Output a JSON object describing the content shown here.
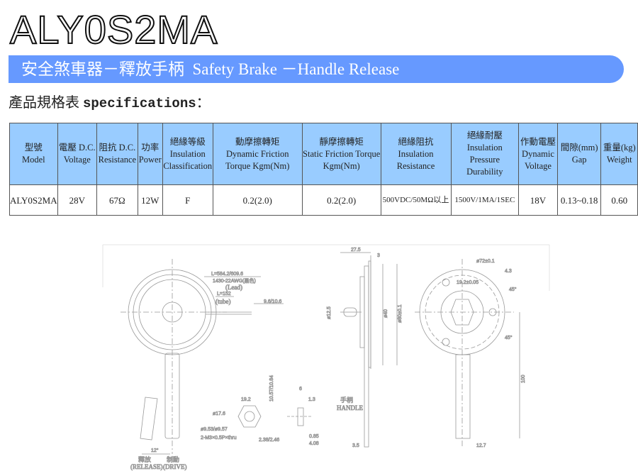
{
  "title": "ALY0S2MA",
  "banner": "安全煞車器－釋放手柄  Safety Brake －Handle Release",
  "spec_label_zh": "產品規格表",
  "spec_label_en": "specifications",
  "spec_colon": "：",
  "table": {
    "headers": [
      {
        "zh": "型號",
        "en": "Model"
      },
      {
        "zh": "電壓 D.C.",
        "en": "Voltage"
      },
      {
        "zh": "阻抗 D.C.",
        "en": "Resistance"
      },
      {
        "zh": "功率",
        "en": "Power"
      },
      {
        "zh": "絕緣等級",
        "en": "Insulation Classification"
      },
      {
        "zh": "動摩擦轉矩",
        "en": "Dynamic Friction Torque Kgm(Nm)"
      },
      {
        "zh": "靜摩擦轉矩",
        "en": "Static Friction Torque Kgm(Nm)"
      },
      {
        "zh": "絕緣阻抗",
        "en": "Insulation Resistance"
      },
      {
        "zh": "絕緣耐壓",
        "en": "Insulation Pressure Durability"
      },
      {
        "zh": "作動電壓",
        "en": "Dynamic Voltage"
      },
      {
        "zh": "間隙(mm)",
        "en": "Gap"
      },
      {
        "zh": "重量(kg)",
        "en": "Weight"
      }
    ],
    "row": [
      "ALY0S2MA",
      "28V",
      "67Ω",
      "12W",
      "F",
      "0.2(2.0)",
      "0.2(2.0)",
      "500VDC/50MΩ以上",
      "1500V/1MA/1SEC",
      "18V",
      "0.13~0.18",
      "0.60"
    ]
  },
  "drawing": {
    "lead_length": "L=584.2/609.6",
    "lead_spec": "1430-22AWG(黑色)",
    "lead_label": "(Lead)",
    "tube_length": "L=152",
    "tube_label": "(tube)",
    "strip": "9.6/10.6",
    "release_zh": "釋放",
    "release_en": "(RELEASE)",
    "drive_zh": "制動",
    "drive_en": "(DRIVE)",
    "angle": "12°",
    "hex_across": "19.2",
    "hex_dia": "ø17.6",
    "bore": "ø9.53/ø9.57",
    "thread": "2-M3×0.5P×thru",
    "height": "10.57/10.84",
    "slot": "2.38/2.46",
    "thick": "6",
    "t13": "1.3",
    "t085": "0.85",
    "t408": "4.08",
    "depth": "27.5",
    "d3": "3",
    "d40": "ø40",
    "d80": "ø80±0.1",
    "d25": "ø12.5",
    "handle_zh": "手柄",
    "handle_en": "HANDLE",
    "d35": "3.5",
    "pcd": "ø72±0.1",
    "hole": "4.3",
    "pitch": "19.2±0.05",
    "ang1": "45°",
    "ang2": "45°",
    "len100": "100",
    "width": "12.7"
  }
}
